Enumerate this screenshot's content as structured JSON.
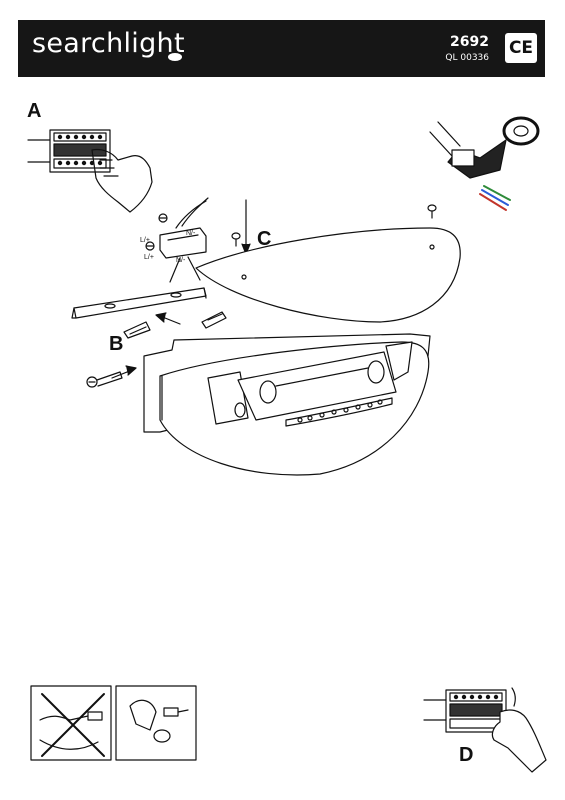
{
  "header": {
    "brand": "searchlight",
    "model_number": "2692",
    "document_code": "QL 00336",
    "certification_mark": "CE"
  },
  "steps": {
    "a": "A",
    "b": "B",
    "c": "C",
    "d": "D"
  },
  "terminal_labels": {
    "live": "L/+",
    "neutral": "N/-"
  },
  "icons": [
    "hand-wiring-icon",
    "insulation-tape-icon",
    "earth-symbol-icon",
    "screw-icon",
    "wall-plug-icon",
    "lamp-bulb-icon",
    "no-hand-touch-bulb-icon",
    "gloved-hand-bulb-icon"
  ],
  "colors": {
    "header_bg": "#161616",
    "header_text": "#ffffff",
    "line": "#111111"
  }
}
